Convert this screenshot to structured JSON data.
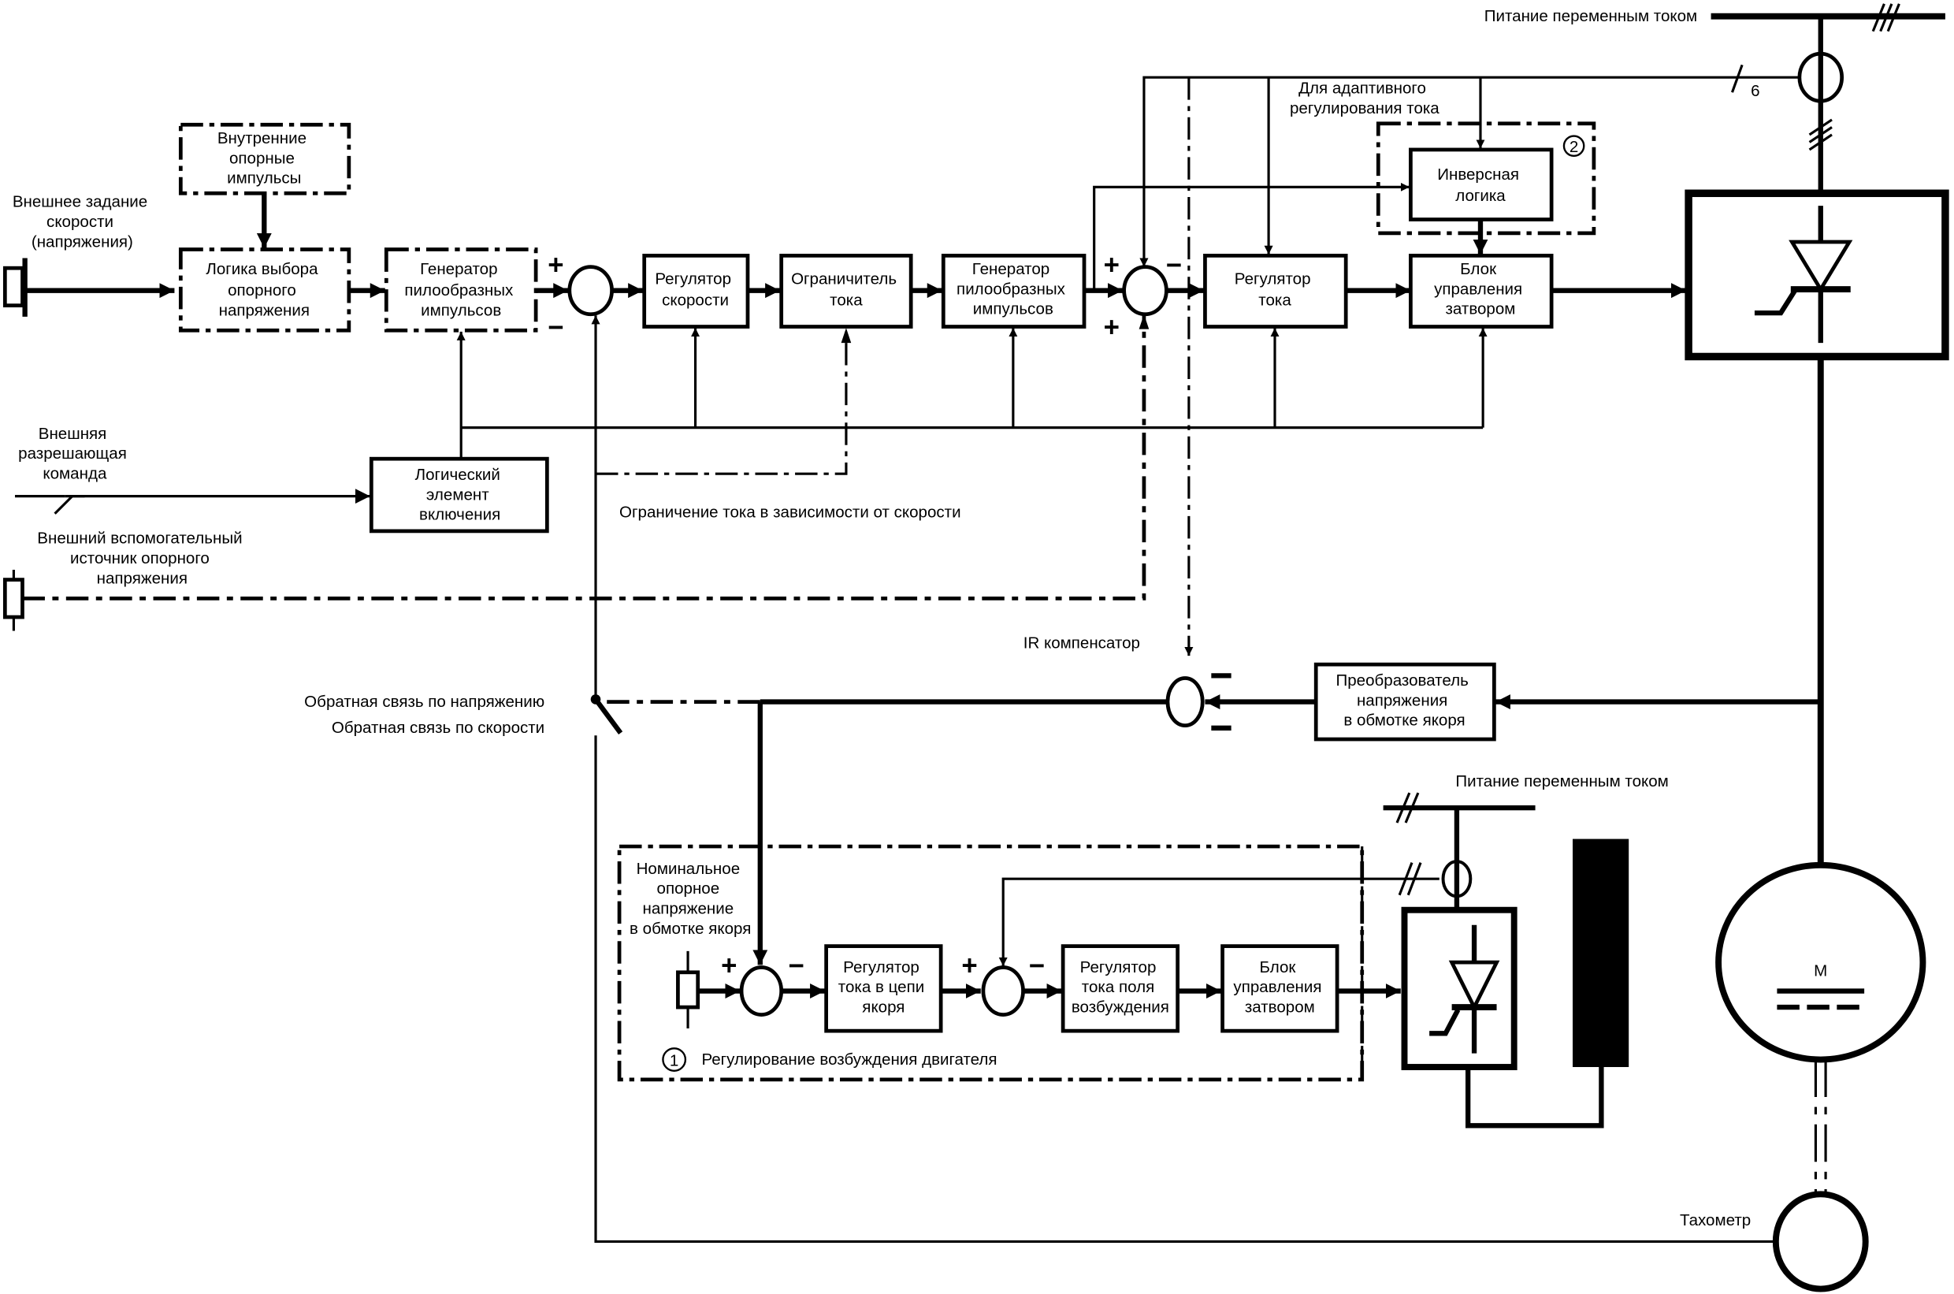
{
  "blocks": {
    "internal_ref": [
      "Внутренние",
      "опорные",
      "импульсы"
    ],
    "ref_select": [
      "Логика выбора",
      "опорного",
      "напряжения"
    ],
    "ramp_gen_1": [
      "Генератор",
      "пилообразных",
      "импульсов"
    ],
    "speed_reg": [
      "Регулятор",
      "скорости"
    ],
    "current_limiter": [
      "Ограничитель",
      "тока"
    ],
    "ramp_gen_2": [
      "Генератор",
      "пилообразных",
      "импульсов"
    ],
    "current_reg": [
      "Регулятор",
      "тока"
    ],
    "inverse_logic": [
      "Инверсная",
      "логика"
    ],
    "gate_ctrl": [
      "Блок",
      "управления",
      "затвором"
    ],
    "enable_logic": [
      "Логический",
      "элемент",
      "включения"
    ],
    "armature_converter": [
      "Преобразователь",
      "напряжения",
      "в обмотке якоря"
    ],
    "armature_current_reg": [
      "Регулятор",
      "тока в цепи",
      "якоря"
    ],
    "field_current_reg": [
      "Регулятор",
      "тока поля",
      "возбуждения"
    ],
    "field_gate_ctrl": [
      "Блок",
      "управления",
      "затвором"
    ]
  },
  "labels": {
    "ext_speed_ref": [
      "Внешнее задание",
      "скорости",
      "(напряжения)"
    ],
    "ext_enable": [
      "Внешняя",
      "разрешающая",
      "команда"
    ],
    "ext_aux_ref": [
      "Внешний вспомогательный",
      "источник опорного",
      "напряжения"
    ],
    "speed_current_limit": "Ограничение тока в зависимости от скорости",
    "adaptive": [
      "Для адаптивного",
      "регулирования тока"
    ],
    "ac_supply_top": "Питание переменным током",
    "ac_supply_field": "Питание переменным током",
    "ir_comp": "IR компенсатор",
    "voltage_fb": "Обратная связь по напряжению",
    "speed_fb": "Обратная связь по скорости",
    "nominal_ref": [
      "Номинальное",
      "опорное",
      "напряжение",
      "в обмотке якоря"
    ],
    "field_control": "Регулирование возбуждения двигателя",
    "tachometer": "Тахометр",
    "motor": "M",
    "phase_count": "6",
    "marker_1": "1",
    "marker_2": "2"
  },
  "signs": {
    "plus": "+",
    "minus": "−"
  }
}
